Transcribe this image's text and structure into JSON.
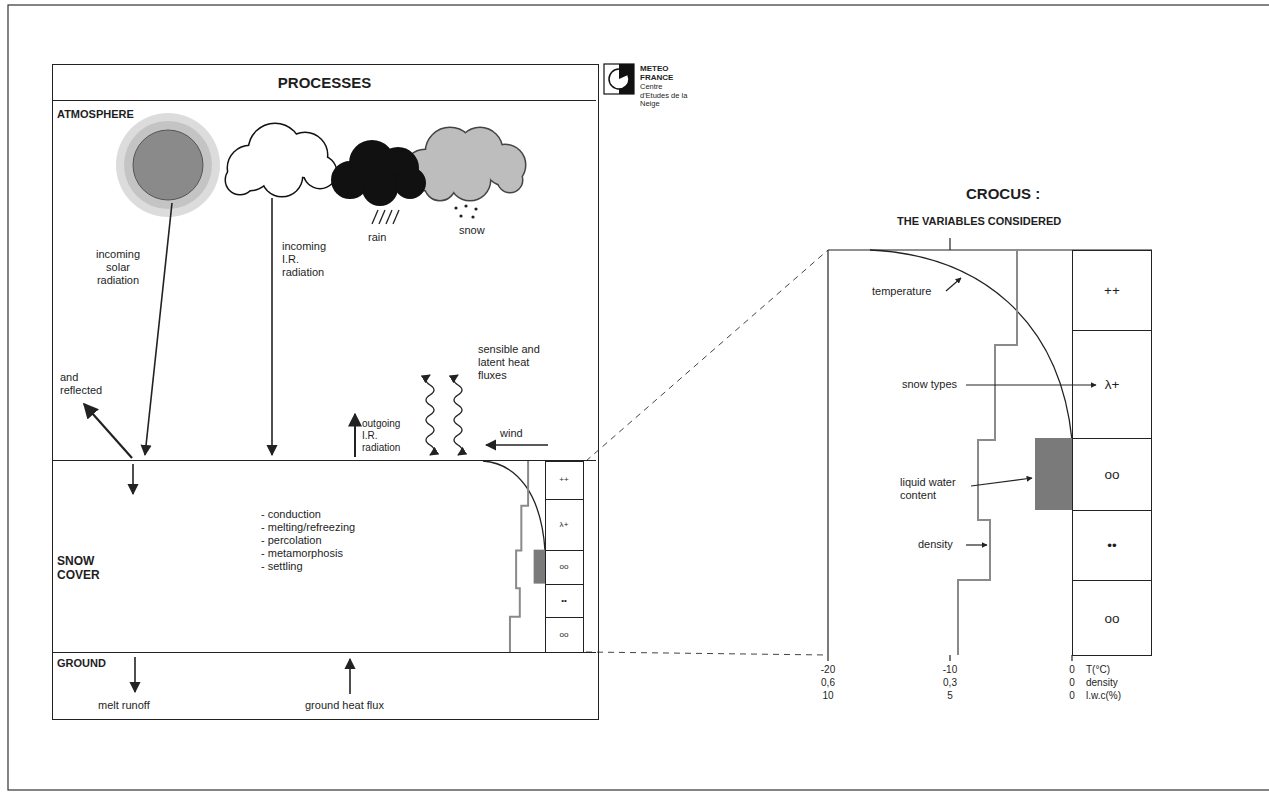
{
  "diagram": {
    "title": "CROCUS :",
    "nodes": [
      {
        "text": [
          "PROCESSES"
        ]
      },
      {
        "text": [
          "ATMOSPHERE"
        ],
        "in": 0
      },
      {
        "text": [
          "SNOW COVER",
          "- conduction",
          "- melting/refreezing",
          "- percolation",
          "- metamorphosis",
          "- settling"
        ],
        "in": 0
      },
      {
        "text": [
          "++"
        ],
        "in": 2
      },
      {
        "text": [
          "λ+"
        ],
        "in": 2
      },
      {
        "text": [
          "oo"
        ],
        "in": 2
      },
      {
        "text": [
          "••"
        ],
        "in": 2
      },
      {
        "text": [
          "oo"
        ],
        "in": 2
      },
      {
        "text": [
          "GROUND"
        ],
        "in": 0
      },
      {
        "text": [
          "METEO FRANCE",
          "Centre d'Etudes de la Neige"
        ]
      },
      {
        "text": [
          "++"
        ]
      },
      {
        "text": [
          "λ+"
        ]
      },
      {
        "text": [
          "oo"
        ]
      },
      {
        "text": [
          "••"
        ]
      },
      {
        "text": [
          "oo"
        ]
      }
    ],
    "labels": [
      "incoming solar radiation",
      "and reflected",
      "incoming I.R. radiation",
      "rain",
      "snow",
      "sensible and latent heat fluxes",
      "outgoing I.R. radiation",
      "wind",
      "melt runoff",
      "ground heat flux",
      "THE VARIABLES CONSIDERED",
      "temperature",
      "snow types",
      "liquid water content",
      "density",
      "-20",
      "0,6",
      "10",
      "-10",
      "0,3",
      "5",
      "0",
      "0",
      "0",
      "T(°C)",
      "density",
      "l.w.c(%)"
    ]
  }
}
